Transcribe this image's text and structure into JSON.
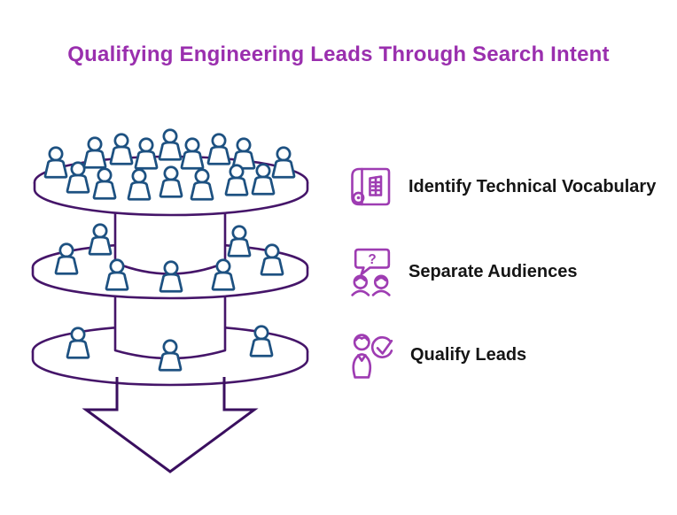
{
  "title": "Qualifying Engineering Leads Through Search Intent",
  "colors": {
    "title": "#9a2fae",
    "accent_icon": "#9e3cb2",
    "funnel_outline": "#451569",
    "arrow_outline": "#3a0f5f",
    "people": "#1d5181",
    "label_text": "#151515",
    "background": "#ffffff"
  },
  "funnel": {
    "description": "three stacked discs narrowing downward into an arrow",
    "tiers": [
      {
        "level": 1,
        "people": 16
      },
      {
        "level": 2,
        "people": 7
      },
      {
        "level": 3,
        "people": 3
      }
    ],
    "arrow_direction": "down"
  },
  "items": [
    {
      "label": "Identify Technical Vocabulary",
      "icon": "blueprint-scroll-icon"
    },
    {
      "label": "Separate Audiences",
      "icon": "audience-question-icon",
      "icon_text": "?"
    },
    {
      "label": "Qualify Leads",
      "icon": "person-check-icon"
    }
  ]
}
